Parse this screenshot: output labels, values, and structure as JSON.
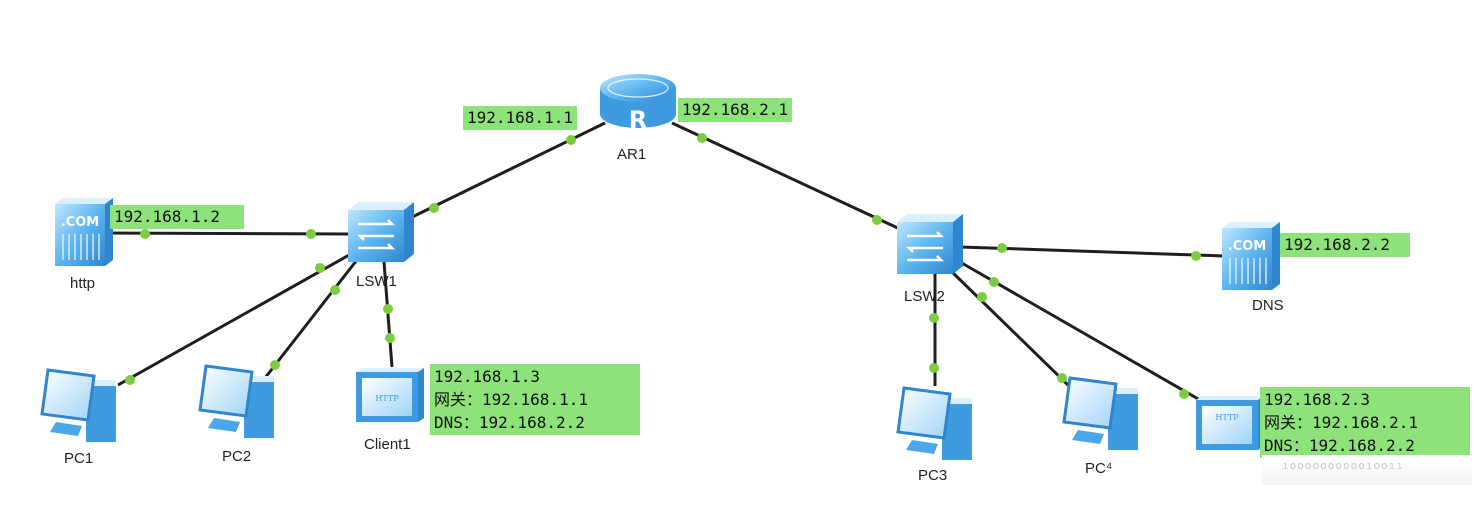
{
  "colors": {
    "link": "#1e1e1e",
    "port_dot": "#7ccc3f",
    "tag_bg": "#8ee27a",
    "device_blue": "#4aa8e8"
  },
  "devices": {
    "ar1": {
      "label": "AR1",
      "icon": "router-icon",
      "glyph": "R"
    },
    "lsw1": {
      "label": "LSW1",
      "icon": "switch-icon"
    },
    "lsw2": {
      "label": "LSW2",
      "icon": "switch-icon"
    },
    "http": {
      "label": "http",
      "icon": "dns-server-icon",
      "glyph": ".COM"
    },
    "dns": {
      "label": "DNS",
      "icon": "dns-server-icon",
      "glyph": ".COM"
    },
    "pc1": {
      "label": "PC1",
      "icon": "pc-icon"
    },
    "pc2": {
      "label": "PC2",
      "icon": "pc-icon"
    },
    "pc3": {
      "label": "PC3",
      "icon": "pc-icon"
    },
    "pc4": {
      "label": "PC⁴",
      "icon": "pc-icon"
    },
    "client1": {
      "label": "Client1",
      "icon": "http-client-icon",
      "glyph": "HTTP"
    },
    "client2": {
      "icon": "http-client-icon",
      "glyph": "HTTP"
    }
  },
  "addresses": {
    "ar1_left": "192.168.1.1",
    "ar1_right": "192.168.2.1",
    "http": "192.168.1.2",
    "dns": "192.168.2.2",
    "client1": {
      "ip": "192.168.1.3",
      "gateway": "网关：192.168.1.1",
      "dns": "DNS：192.168.2.2"
    },
    "client2": {
      "ip": "192.168.2.3",
      "gateway": "网关：192.168.2.1",
      "dns": "DNS：192.168.2.2"
    }
  },
  "faint_text": "ıooooooooooıooıı"
}
